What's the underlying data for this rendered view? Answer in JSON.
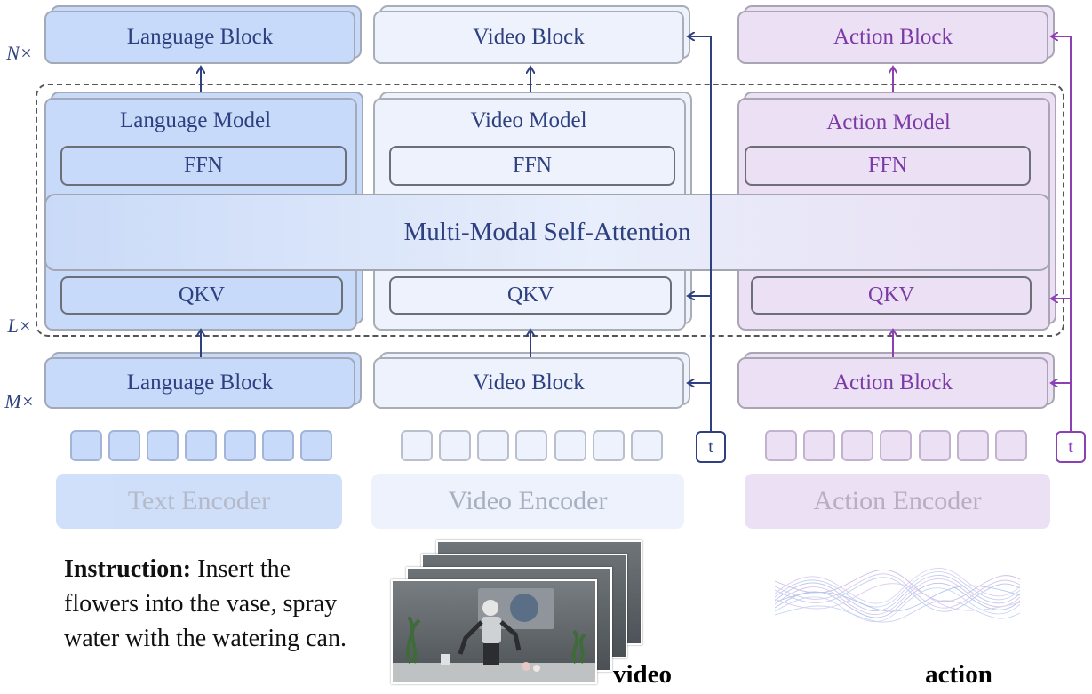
{
  "multipliers": {
    "n": "N×",
    "l": "L×",
    "m": "M×"
  },
  "language": {
    "top_block": "Language Block",
    "model_title": "Language  Model",
    "ffn": "FFN",
    "qkv": "QKV",
    "bottom_block": "Language Block",
    "encoder": "Text Encoder"
  },
  "video": {
    "top_block": "Video Block",
    "model_title": "Video  Model",
    "ffn": "FFN",
    "qkv": "QKV",
    "bottom_block": "Video Block",
    "encoder": "Video Encoder",
    "t_label": "t",
    "caption": "video"
  },
  "action": {
    "top_block": "Action Block",
    "model_title": "Action   Model",
    "ffn": "FFN",
    "qkv": "QKV",
    "bottom_block": "Action Block",
    "encoder": "Action Encoder",
    "t_label": "t",
    "caption": "action"
  },
  "attention": "Multi-Modal Self-Attention",
  "instruction": {
    "label": "Instruction:",
    "text": " Insert the flowers into the vase, spray water with the watering can."
  },
  "colors": {
    "language": "#c8daf9",
    "video": "#edf2fd",
    "action": "#ece0f4",
    "arrow_blue": "#2e4080",
    "arrow_purple": "#8b40b4"
  },
  "token_counts": {
    "language": 7,
    "video": 7,
    "action": 7
  }
}
